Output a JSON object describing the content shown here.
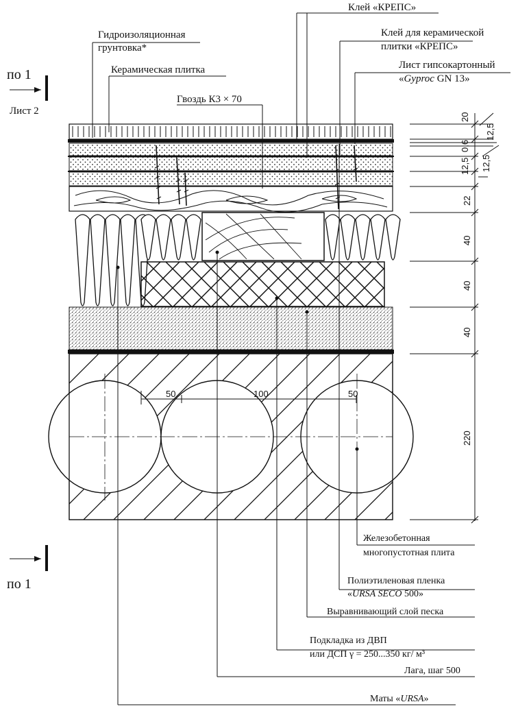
{
  "labels": {
    "klei_kreps": "Клей «КРЕПС»",
    "gidro_1": "Гидроизоляционная",
    "gidro_2": "грунтовка*",
    "klei_ker_1": "Клей для керамической",
    "klei_ker_2": "плитки «КРЕПС»",
    "gkl_1": "Лист гипсокартонный",
    "gkl_2_q1": "«",
    "gkl_2_brand": "Gyproc",
    "gkl_2_rest": " GN 13»",
    "plitka": "Керамическая плитка",
    "gvozd": "Гвоздь К3 × 70",
    "plita_1": "Железобетонная",
    "plita_2": "многопустотная плита",
    "plenka_1": "Полиэтиленовая пленка",
    "plenka_2_q1": "«",
    "plenka_2_brand": "URSA SECO",
    "plenka_2_rest": " 500»",
    "pesok": "Выравнивающий слой песка",
    "dvp_1": "Подкладка из ДВП",
    "dvp_2": "или ДСП γ = 250...350 кг/ м³",
    "laga": "Лага, шаг 500",
    "maty_pre": "Маты «",
    "maty_brand": "URSA",
    "maty_post": "»"
  },
  "section_marks": {
    "top": "по 1",
    "sheet": "Лист 2",
    "bottom": "по 1"
  },
  "dimensions": {
    "d20": "20",
    "d12_5a": "12,5",
    "d0_6": "0,6",
    "d12_5b": "12,5",
    "d12_5c": "12,5",
    "d22": "22",
    "d40a": "40",
    "d40b": "40",
    "d40c": "40",
    "d220": "220",
    "h50a": "50",
    "h100": "100",
    "h50b": "50"
  }
}
